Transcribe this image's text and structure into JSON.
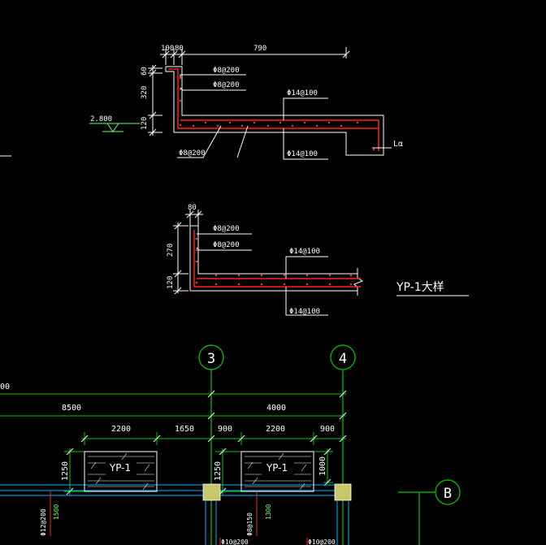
{
  "colors": {
    "background": "#000000",
    "dimension": "#ffffff",
    "concrete": "#ffffff",
    "rebar_main": "#ff2020",
    "rebar_dots": "#ff3030",
    "axis_grid": "#00cc00",
    "beam_lines": "#00b4ff",
    "hatch": "#ffffff",
    "column_fill": "#c8c868",
    "elev_mark": "#66ff66"
  },
  "detail1": {
    "dims_top": [
      "100",
      "80",
      "790"
    ],
    "dims_left": [
      "60",
      "320",
      "120"
    ],
    "elevation": "2.800",
    "labels": {
      "top_bar_a": "Φ8@200",
      "top_bar_b": "Φ8@200",
      "slab_top": "Φ14@100",
      "slab_bottom": "Φ14@100",
      "bottom_dist": "Φ8@200",
      "anchor": "Lα"
    }
  },
  "detail2": {
    "dims_top": [
      "80"
    ],
    "dims_left": [
      "270",
      "120"
    ],
    "labels": {
      "top_bar_a": "Φ8@200",
      "top_bar_b": "Φ8@200",
      "slab_top": "Φ14@100",
      "slab_bottom": "Φ14@100"
    },
    "title": "YP-1大样"
  },
  "plan": {
    "axes": [
      "3",
      "4",
      "B"
    ],
    "dims_total_left": "00",
    "dims_row1": [
      "8500",
      "4000"
    ],
    "dims_row2": [
      "2200",
      "1650",
      "900",
      "2200",
      "900"
    ],
    "side_dims": [
      "1250",
      "1250",
      "1000"
    ],
    "panel_labels": [
      "YP-1",
      "YP-1"
    ],
    "beam_labels": [
      "Φ12@200",
      "1500",
      "Φ8@150",
      "1300"
    ],
    "bottom_labels": [
      "Φ10@200",
      "Φ10@200"
    ]
  }
}
